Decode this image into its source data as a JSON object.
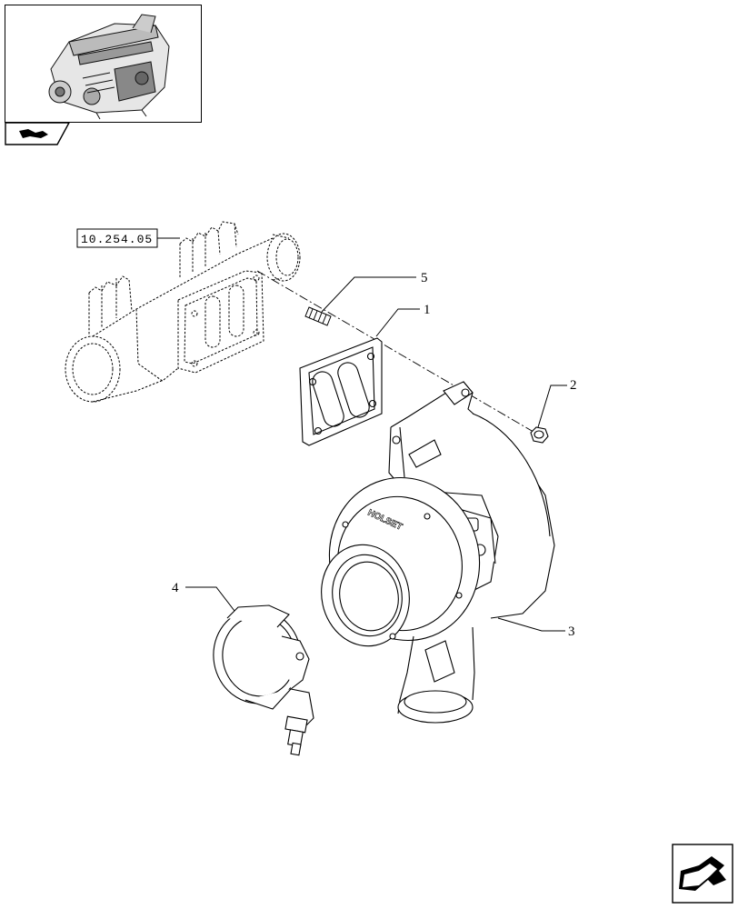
{
  "reference_label": "10.254.05",
  "callouts": {
    "c1": "1",
    "c2": "2",
    "c3": "3",
    "c4": "4",
    "c5": "5"
  },
  "turbo_brand": "HOLSET",
  "icons": {
    "thumbnail": "engine-thumbnail-icon",
    "tab": "catalog-tab-icon",
    "next": "next-page-arrow-icon"
  },
  "colors": {
    "line": "#000000",
    "background": "#ffffff"
  }
}
